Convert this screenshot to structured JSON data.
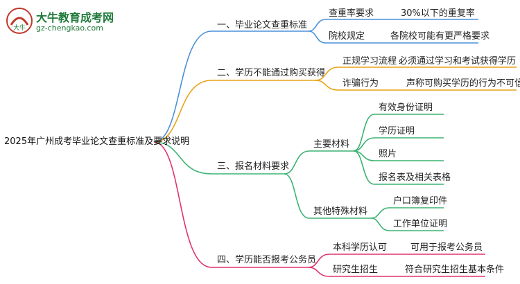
{
  "logo": {
    "title": "大牛教育成考网",
    "url": "gz-chengkao.com",
    "mark_text": "大牛"
  },
  "root": "2025年广州成考毕业论文查重标准及要求说明",
  "branches": [
    {
      "label": "一、毕业论文查重标准",
      "color": "#4a90d9",
      "children": [
        {
          "label": "查重率要求",
          "detail": "30%以下的重复率"
        },
        {
          "label": "院校规定",
          "detail": "各院校可能有更严格要求"
        }
      ]
    },
    {
      "label": "二、学历不能通过购买获得",
      "color": "#e8a317",
      "children": [
        {
          "label": "正规学习流程",
          "detail": "必须通过学习和考试获得学历"
        },
        {
          "label": "诈骗行为",
          "detail": "声称可购买学历的行为不可信"
        }
      ]
    },
    {
      "label": "三、报名材料要求",
      "color": "#3cb371",
      "groups": [
        {
          "label": "主要材料",
          "items": [
            "有效身份证明",
            "学历证明",
            "照片",
            "报名表及相关表格"
          ]
        },
        {
          "label": "其他特殊材料",
          "items": [
            "户口簿复印件",
            "工作单位证明"
          ]
        }
      ]
    },
    {
      "label": "四、学历能否报考公务员",
      "color": "#e0336e",
      "children": [
        {
          "label": "本科学历认可",
          "detail": "可用于报考公务员"
        },
        {
          "label": "研究生招生",
          "detail": "符合研究生招生基本条件"
        }
      ]
    }
  ]
}
